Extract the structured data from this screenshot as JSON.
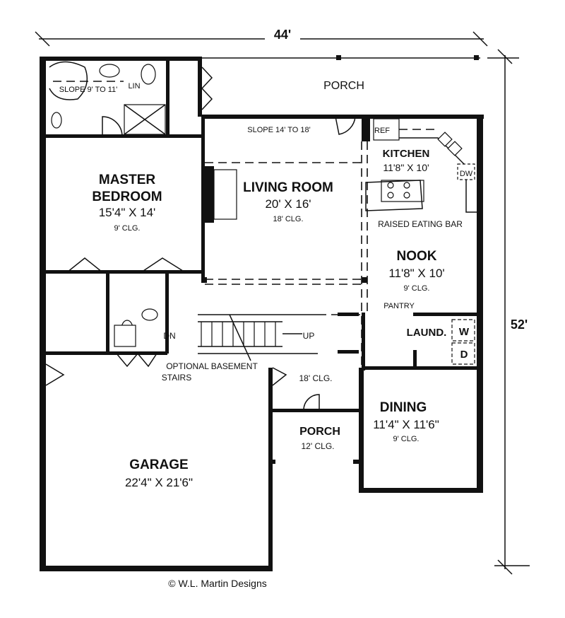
{
  "dimensions": {
    "width": "44'",
    "depth": "52'"
  },
  "rooms": {
    "porch_rear": {
      "name": "PORCH"
    },
    "master_bath": {
      "slope": "SLOPE 9' TO 11'",
      "linen": "LIN"
    },
    "master": {
      "name1": "MASTER",
      "name2": "BEDROOM",
      "size": "15'4\" X 14'",
      "ceiling": "9' CLG."
    },
    "living": {
      "name": "LIVING ROOM",
      "size": "20' X 16'",
      "ceiling": "18' CLG.",
      "slope": "SLOPE 14' TO 18'"
    },
    "kitchen": {
      "name": "KITCHEN",
      "size": "11'8\" X 10'",
      "ref": "REF",
      "dw": "DW",
      "bar": "RAISED EATING BAR"
    },
    "nook": {
      "name": "NOOK",
      "size": "11'8\" X 10'",
      "ceiling": "9' CLG."
    },
    "pantry": {
      "name": "PANTRY"
    },
    "laundry": {
      "name": "LAUND.",
      "washer": "W",
      "dryer": "D"
    },
    "stairs": {
      "down": "DN",
      "up": "UP",
      "note1": "OPTIONAL BASEMENT",
      "note2": "STAIRS"
    },
    "foyer": {
      "ceiling": "18' CLG."
    },
    "dining": {
      "name": "DINING",
      "size": "11'4\" X 11'6\"",
      "ceiling": "9' CLG."
    },
    "porch_front": {
      "name": "PORCH",
      "ceiling": "12' CLG."
    },
    "garage": {
      "name": "GARAGE",
      "size": "22'4\" X 21'6\""
    }
  },
  "copyright": "© W.L. Martin Designs"
}
